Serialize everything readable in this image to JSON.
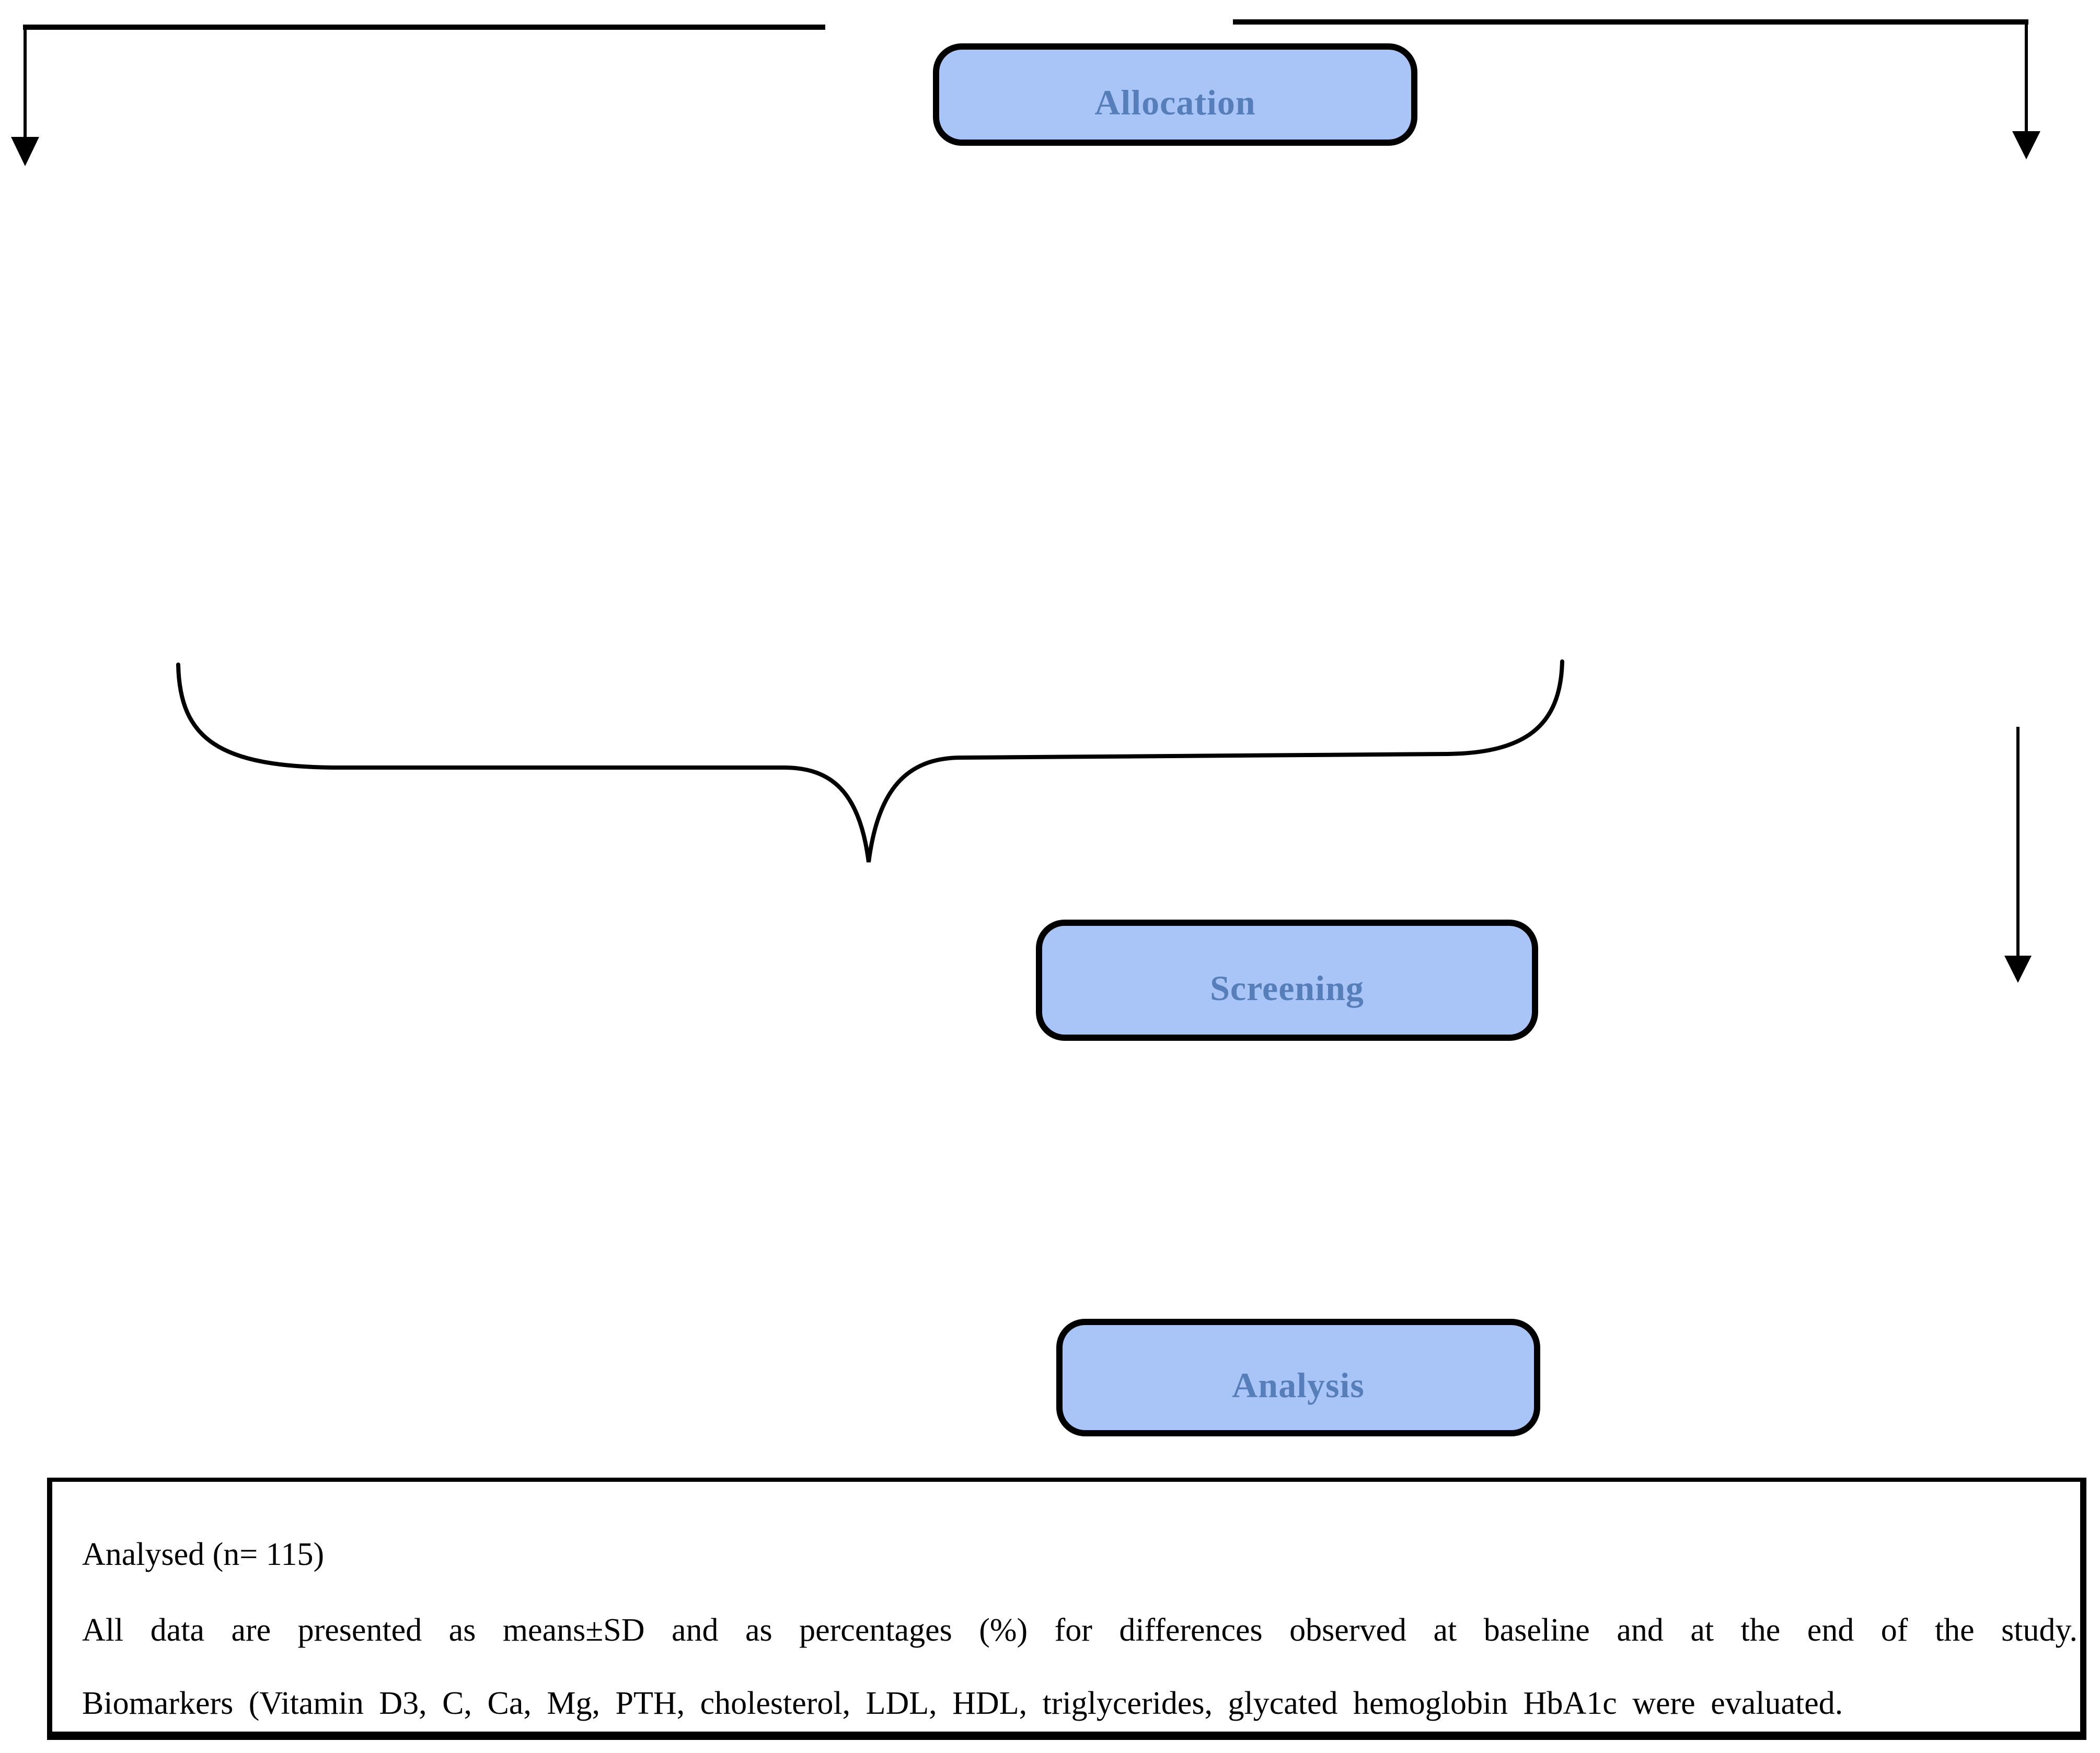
{
  "page": {
    "type": "study-flow-diagram",
    "background": "#ffffff"
  },
  "colors": {
    "page_bg": "#ffffff",
    "box_fill": "#a9c5f8",
    "box_border": "#000000",
    "box_label_text": "#567fb9",
    "connector": "#000000",
    "note_border": "#000000",
    "note_text": "#000000"
  },
  "flow_boxes": [
    {
      "id": "allocation",
      "label": "Allocation"
    },
    {
      "id": "screening",
      "label": "Screening"
    },
    {
      "id": "analysis",
      "label": "Analysis"
    }
  ],
  "connectors": [
    {
      "name": "left-elbow-down-arrow"
    },
    {
      "name": "right-elbow-down-arrow"
    },
    {
      "name": "right-down-arrow"
    },
    {
      "name": "downward-curly-brace"
    }
  ],
  "analysis_note": {
    "lines": [
      "Analysed (n= 115)",
      "All data are presented as means±SD and as percentages (%) for differences observed at baseline and at the end of the study.",
      "Biomarkers (Vitamin D3, C, Ca, Mg, PTH, cholesterol, LDL, HDL, triglycerides, glycated hemoglobin HbA1c were evaluated."
    ]
  }
}
